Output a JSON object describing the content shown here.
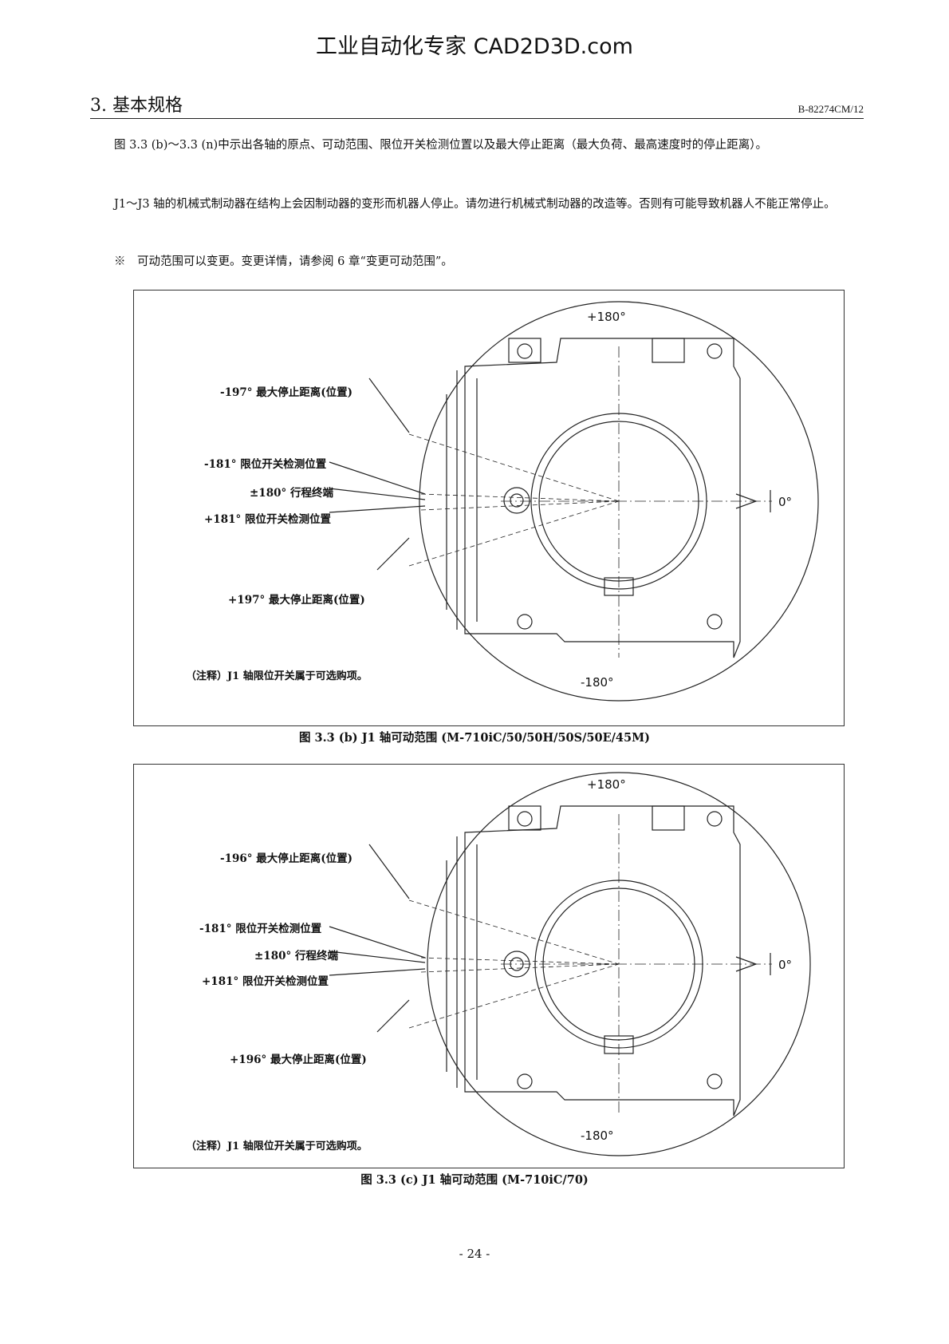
{
  "watermark": "工业自动化专家 CAD2D3D.com",
  "header": {
    "section": "3. 基本规格",
    "doc_no": "B-82274CM/12"
  },
  "paragraphs": [
    "图 3.3 (b)～3.3 (n)中示出各轴的原点、可动范围、限位开关检测位置以及最大停止距离（最大负荷、最高速度时的停止距离）。",
    "J1～J3 轴的机械式制动器在结构上会因制动器的变形而机器人停止。请勿进行机械式制动器的改造等。否则有可能导致机器人不能正常停止。",
    "※　可动范围可以变更。变更详情，请参阅 6 章“变更可动范围”。"
  ],
  "figures": [
    {
      "labels": {
        "top": "+180°",
        "bottom": "-180°",
        "right": "0°",
        "stop_neg": "-197°  最大停止距离(位置)",
        "ls_neg": "-181°  限位开关检测位置",
        "stroke_end": "±180°  行程终端",
        "ls_pos": "+181°  限位开关检测位置",
        "stop_pos": "+197°  最大停止距离(位置)",
        "note": "（注释）J1 轴限位开关属于可选购项。"
      },
      "caption": "图 3.3 (b) J1 轴可动范围  (M-710iC/50/50H/50S/50E/45M)"
    },
    {
      "labels": {
        "top": "+180°",
        "bottom": "-180°",
        "right": "0°",
        "stop_neg": "-196°  最大停止距离(位置)",
        "ls_neg": "-181°  限位开关检测位置",
        "stroke_end": "±180°  行程终端",
        "ls_pos": "+181°  限位开关检测位置",
        "stop_pos": "+196°  最大停止距离(位置)",
        "note": "（注释）J1 轴限位开关属于可选购项。"
      },
      "caption": "图 3.3 (c) J1 轴可动范围  (M-710iC/70)"
    }
  ],
  "page_number": "- 24 -"
}
